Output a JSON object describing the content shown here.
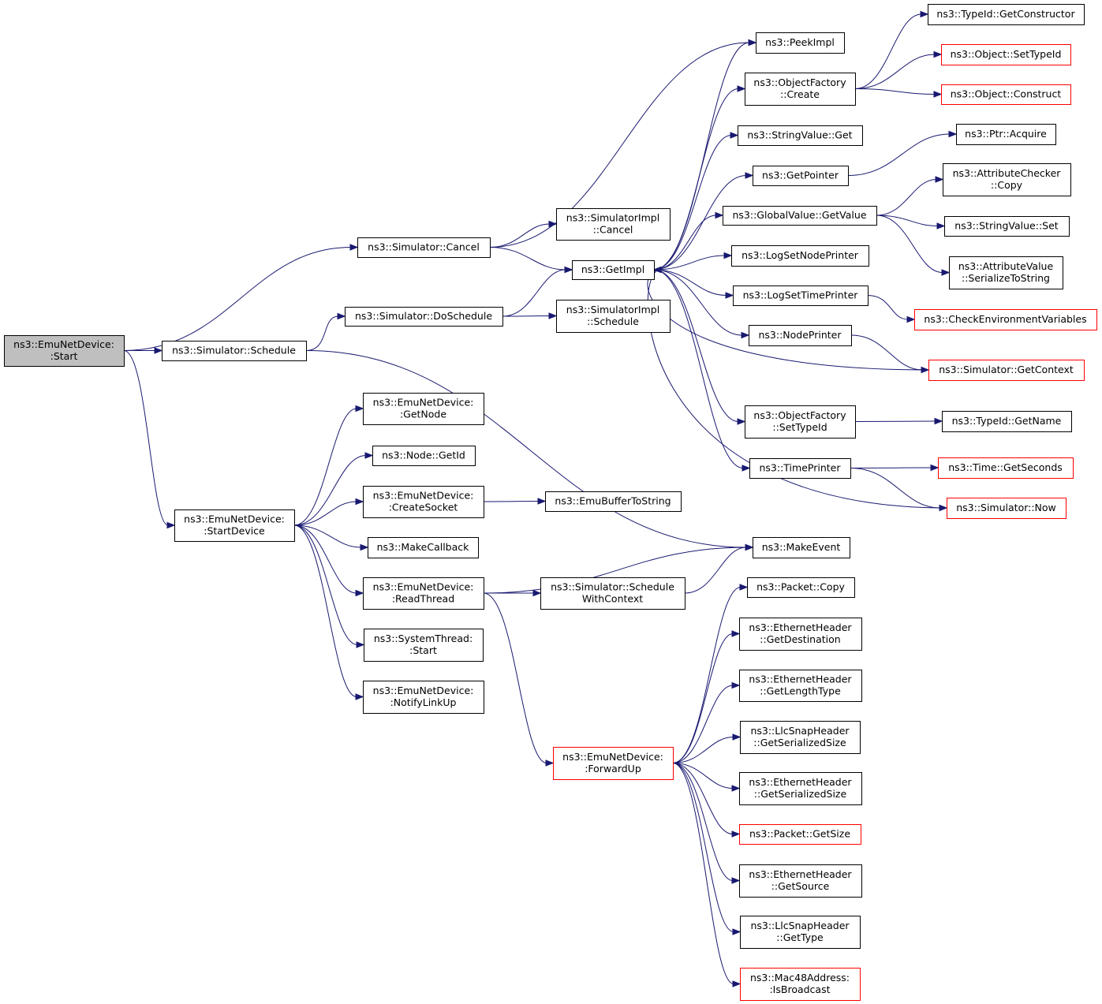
{
  "colors": {
    "edge": "#191970",
    "root_fill": "#bfbfbf",
    "node_border": "#000000",
    "truncated_border": "#ff0000"
  },
  "nodes": [
    {
      "id": "start",
      "lines": [
        "ns3::EmuNetDevice:",
        ":Start"
      ],
      "kind": "root"
    },
    {
      "id": "sim_schedule",
      "lines": [
        "ns3::Simulator::Schedule"
      ],
      "kind": "normal"
    },
    {
      "id": "sim_cancel",
      "lines": [
        "ns3::Simulator::Cancel"
      ],
      "kind": "normal"
    },
    {
      "id": "sim_doschedule",
      "lines": [
        "ns3::Simulator::DoSchedule"
      ],
      "kind": "normal"
    },
    {
      "id": "startdevice",
      "lines": [
        "ns3::EmuNetDevice:",
        ":StartDevice"
      ],
      "kind": "normal"
    },
    {
      "id": "simimpl_cancel",
      "lines": [
        "ns3::SimulatorImpl",
        "::Cancel"
      ],
      "kind": "normal"
    },
    {
      "id": "getimpl",
      "lines": [
        "ns3::GetImpl"
      ],
      "kind": "normal"
    },
    {
      "id": "simimpl_schedule",
      "lines": [
        "ns3::SimulatorImpl",
        "::Schedule"
      ],
      "kind": "normal"
    },
    {
      "id": "getnode",
      "lines": [
        "ns3::EmuNetDevice:",
        ":GetNode"
      ],
      "kind": "normal"
    },
    {
      "id": "node_getid",
      "lines": [
        "ns3::Node::GetId"
      ],
      "kind": "normal"
    },
    {
      "id": "createsocket",
      "lines": [
        "ns3::EmuNetDevice:",
        ":CreateSocket"
      ],
      "kind": "normal"
    },
    {
      "id": "makecallback",
      "lines": [
        "ns3::MakeCallback"
      ],
      "kind": "normal"
    },
    {
      "id": "readthread",
      "lines": [
        "ns3::EmuNetDevice:",
        ":ReadThread"
      ],
      "kind": "normal"
    },
    {
      "id": "systhread_start",
      "lines": [
        "ns3::SystemThread:",
        ":Start"
      ],
      "kind": "normal"
    },
    {
      "id": "notifylinkup",
      "lines": [
        "ns3::EmuNetDevice:",
        ":NotifyLinkUp"
      ],
      "kind": "normal"
    },
    {
      "id": "emubuffertostring",
      "lines": [
        "ns3::EmuBufferToString"
      ],
      "kind": "normal"
    },
    {
      "id": "schedulewithcontext",
      "lines": [
        "ns3::Simulator::Schedule",
        "WithContext"
      ],
      "kind": "normal"
    },
    {
      "id": "forwardup",
      "lines": [
        "ns3::EmuNetDevice:",
        ":ForwardUp"
      ],
      "kind": "truncated"
    },
    {
      "id": "peekimpl",
      "lines": [
        "ns3::PeekImpl"
      ],
      "kind": "normal"
    },
    {
      "id": "objfactory_create",
      "lines": [
        "ns3::ObjectFactory",
        "::Create"
      ],
      "kind": "normal"
    },
    {
      "id": "stringvalue_get",
      "lines": [
        "ns3::StringValue::Get"
      ],
      "kind": "normal"
    },
    {
      "id": "getpointer",
      "lines": [
        "ns3::GetPointer"
      ],
      "kind": "normal"
    },
    {
      "id": "globalvalue_getvalue",
      "lines": [
        "ns3::GlobalValue::GetValue"
      ],
      "kind": "normal"
    },
    {
      "id": "logsetnodeprinter",
      "lines": [
        "ns3::LogSetNodePrinter"
      ],
      "kind": "normal"
    },
    {
      "id": "logsettimeprinter",
      "lines": [
        "ns3::LogSetTimePrinter"
      ],
      "kind": "normal"
    },
    {
      "id": "nodeprinter",
      "lines": [
        "ns3::NodePrinter"
      ],
      "kind": "normal"
    },
    {
      "id": "objfactory_settypeid",
      "lines": [
        "ns3::ObjectFactory",
        "::SetTypeId"
      ],
      "kind": "normal"
    },
    {
      "id": "timeprinter",
      "lines": [
        "ns3::TimePrinter"
      ],
      "kind": "normal"
    },
    {
      "id": "makeevent",
      "lines": [
        "ns3::MakeEvent"
      ],
      "kind": "normal"
    },
    {
      "id": "packet_copy",
      "lines": [
        "ns3::Packet::Copy"
      ],
      "kind": "normal"
    },
    {
      "id": "eth_getdestination",
      "lines": [
        "ns3::EthernetHeader",
        "::GetDestination"
      ],
      "kind": "normal"
    },
    {
      "id": "eth_getlengthtype",
      "lines": [
        "ns3::EthernetHeader",
        "::GetLengthType"
      ],
      "kind": "normal"
    },
    {
      "id": "llc_getserializedsize",
      "lines": [
        "ns3::LlcSnapHeader",
        "::GetSerializedSize"
      ],
      "kind": "normal"
    },
    {
      "id": "eth_getserializedsize",
      "lines": [
        "ns3::EthernetHeader",
        "::GetSerializedSize"
      ],
      "kind": "normal"
    },
    {
      "id": "packet_getsize",
      "lines": [
        "ns3::Packet::GetSize"
      ],
      "kind": "truncated"
    },
    {
      "id": "eth_getsource",
      "lines": [
        "ns3::EthernetHeader",
        "::GetSource"
      ],
      "kind": "normal"
    },
    {
      "id": "llc_gettype",
      "lines": [
        "ns3::LlcSnapHeader",
        "::GetType"
      ],
      "kind": "normal"
    },
    {
      "id": "mac48_isbroadcast",
      "lines": [
        "ns3::Mac48Address:",
        ":IsBroadcast"
      ],
      "kind": "truncated"
    },
    {
      "id": "typeid_getconstructor",
      "lines": [
        "ns3::TypeId::GetConstructor"
      ],
      "kind": "normal"
    },
    {
      "id": "object_settypeid",
      "lines": [
        "ns3::Object::SetTypeId"
      ],
      "kind": "truncated"
    },
    {
      "id": "object_construct",
      "lines": [
        "ns3::Object::Construct"
      ],
      "kind": "truncated"
    },
    {
      "id": "ptr_acquire",
      "lines": [
        "ns3::Ptr::Acquire"
      ],
      "kind": "normal"
    },
    {
      "id": "attrchecker_copy",
      "lines": [
        "ns3::AttributeChecker",
        "::Copy"
      ],
      "kind": "normal"
    },
    {
      "id": "stringvalue_set",
      "lines": [
        "ns3::StringValue::Set"
      ],
      "kind": "normal"
    },
    {
      "id": "attrvalue_serialize",
      "lines": [
        "ns3::AttributeValue",
        "::SerializeToString"
      ],
      "kind": "normal"
    },
    {
      "id": "checkenvvars",
      "lines": [
        "ns3::CheckEnvironmentVariables"
      ],
      "kind": "truncated"
    },
    {
      "id": "sim_getcontext",
      "lines": [
        "ns3::Simulator::GetContext"
      ],
      "kind": "truncated"
    },
    {
      "id": "typeid_getname",
      "lines": [
        "ns3::TypeId::GetName"
      ],
      "kind": "normal"
    },
    {
      "id": "time_getseconds",
      "lines": [
        "ns3::Time::GetSeconds"
      ],
      "kind": "truncated"
    },
    {
      "id": "sim_now",
      "lines": [
        "ns3::Simulator::Now"
      ],
      "kind": "truncated"
    }
  ],
  "edges": [
    [
      "start",
      "sim_cancel"
    ],
    [
      "start",
      "sim_schedule"
    ],
    [
      "start",
      "startdevice"
    ],
    [
      "sim_cancel",
      "peekimpl"
    ],
    [
      "sim_cancel",
      "simimpl_cancel"
    ],
    [
      "sim_cancel",
      "getimpl"
    ],
    [
      "sim_schedule",
      "sim_doschedule"
    ],
    [
      "sim_schedule",
      "makeevent"
    ],
    [
      "sim_doschedule",
      "getimpl"
    ],
    [
      "sim_doschedule",
      "simimpl_schedule"
    ],
    [
      "getimpl",
      "peekimpl"
    ],
    [
      "getimpl",
      "objfactory_create"
    ],
    [
      "getimpl",
      "stringvalue_get"
    ],
    [
      "getimpl",
      "getpointer"
    ],
    [
      "getimpl",
      "globalvalue_getvalue"
    ],
    [
      "getimpl",
      "logsetnodeprinter"
    ],
    [
      "getimpl",
      "logsettimeprinter"
    ],
    [
      "getimpl",
      "nodeprinter"
    ],
    [
      "getimpl",
      "objfactory_settypeid"
    ],
    [
      "getimpl",
      "timeprinter"
    ],
    [
      "sim_getcontext",
      "getimpl"
    ],
    [
      "sim_now",
      "getimpl"
    ],
    [
      "objfactory_create",
      "typeid_getconstructor"
    ],
    [
      "objfactory_create",
      "object_settypeid"
    ],
    [
      "objfactory_create",
      "object_construct"
    ],
    [
      "getpointer",
      "ptr_acquire"
    ],
    [
      "globalvalue_getvalue",
      "attrchecker_copy"
    ],
    [
      "globalvalue_getvalue",
      "stringvalue_set"
    ],
    [
      "globalvalue_getvalue",
      "attrvalue_serialize"
    ],
    [
      "logsettimeprinter",
      "checkenvvars"
    ],
    [
      "nodeprinter",
      "sim_getcontext"
    ],
    [
      "objfactory_settypeid",
      "typeid_getname"
    ],
    [
      "timeprinter",
      "time_getseconds"
    ],
    [
      "timeprinter",
      "sim_now"
    ],
    [
      "startdevice",
      "getnode"
    ],
    [
      "startdevice",
      "node_getid"
    ],
    [
      "startdevice",
      "createsocket"
    ],
    [
      "startdevice",
      "makecallback"
    ],
    [
      "startdevice",
      "readthread"
    ],
    [
      "startdevice",
      "systhread_start"
    ],
    [
      "startdevice",
      "notifylinkup"
    ],
    [
      "createsocket",
      "emubuffertostring"
    ],
    [
      "readthread",
      "makeevent"
    ],
    [
      "readthread",
      "schedulewithcontext"
    ],
    [
      "readthread",
      "forwardup"
    ],
    [
      "schedulewithcontext",
      "makeevent"
    ],
    [
      "forwardup",
      "packet_copy"
    ],
    [
      "forwardup",
      "eth_getdestination"
    ],
    [
      "forwardup",
      "eth_getlengthtype"
    ],
    [
      "forwardup",
      "llc_getserializedsize"
    ],
    [
      "forwardup",
      "eth_getserializedsize"
    ],
    [
      "forwardup",
      "packet_getsize"
    ],
    [
      "forwardup",
      "eth_getsource"
    ],
    [
      "forwardup",
      "llc_gettype"
    ],
    [
      "forwardup",
      "mac48_isbroadcast"
    ]
  ]
}
